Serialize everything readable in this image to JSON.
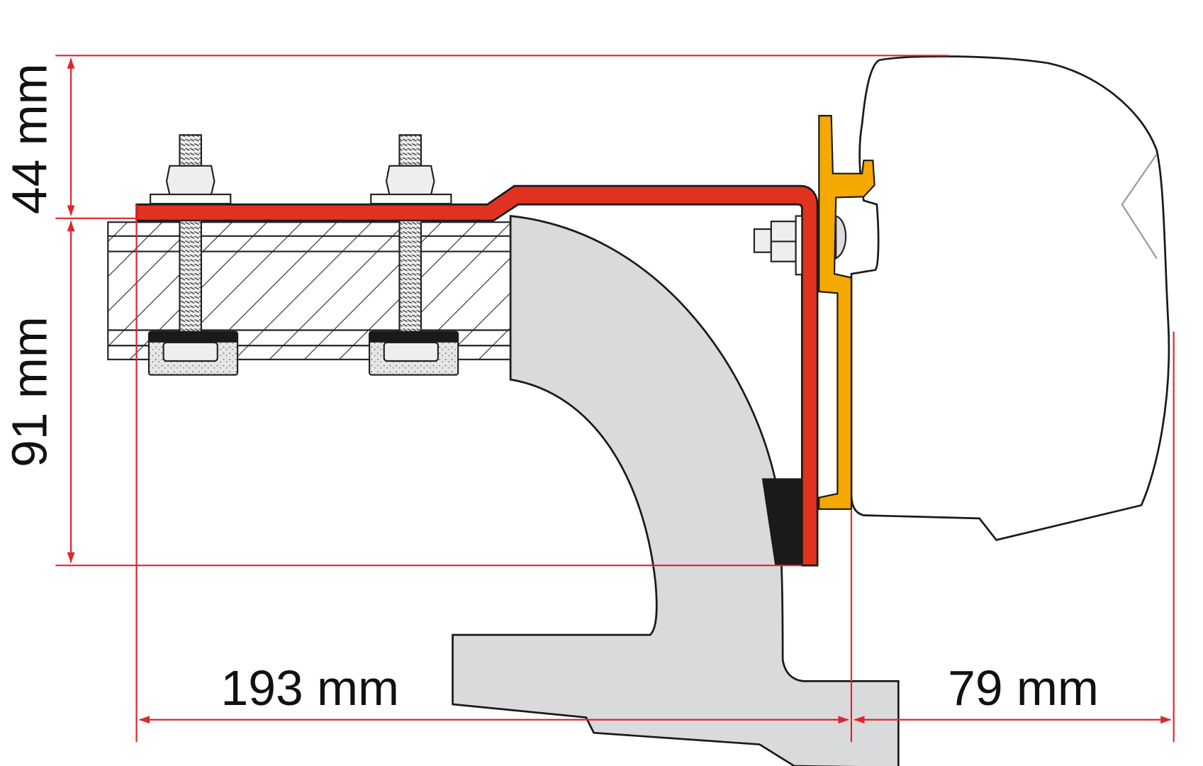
{
  "dimensions": {
    "height_top": "44 mm",
    "height_main": "91 mm",
    "width_left": "193 mm",
    "width_right": "79 mm"
  },
  "colors": {
    "dimension_line": "#e0262b",
    "bracket": "#e0321e",
    "rail": "#f5a800",
    "arm": "#d9dadc",
    "outline": "#1a1a1a"
  }
}
